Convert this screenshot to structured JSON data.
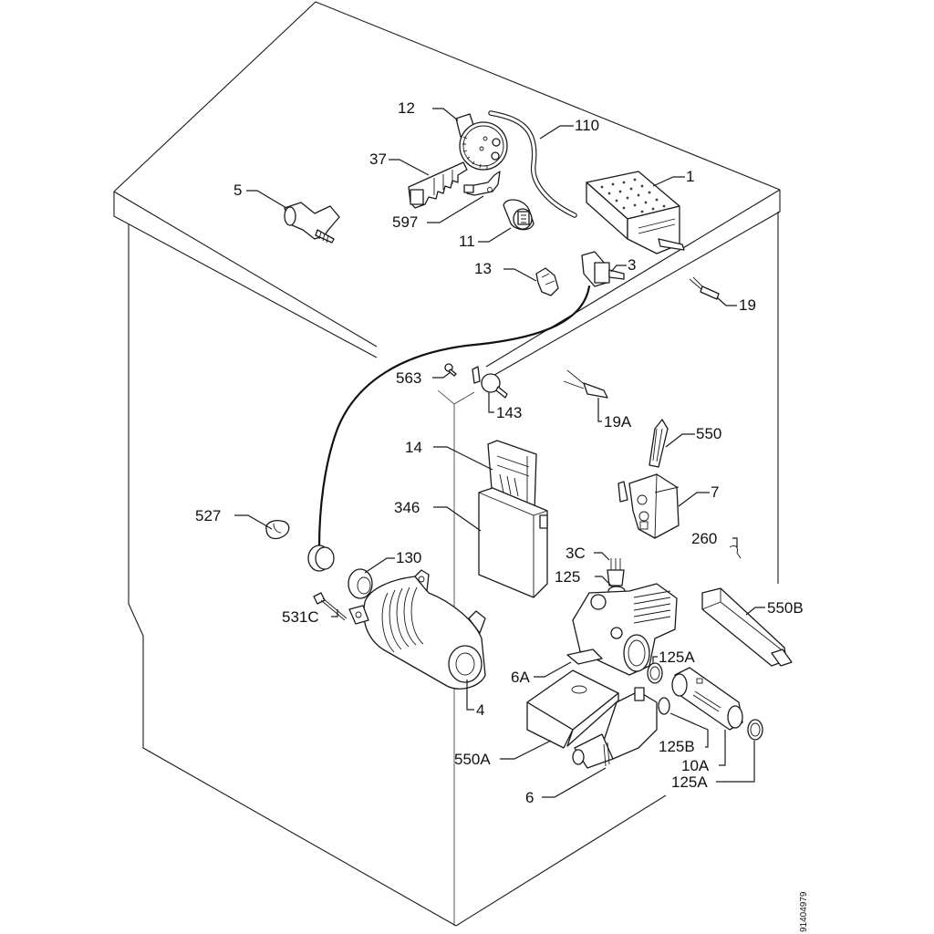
{
  "diagram": {
    "title": "Washing machine exploded parts diagram",
    "document_number": "91404979",
    "colors": {
      "line": "#1a1a1a",
      "background": "#ffffff"
    },
    "callouts": [
      {
        "id": "1",
        "text": "1",
        "part": "programmer-timer"
      },
      {
        "id": "3",
        "text": "3",
        "part": "switch"
      },
      {
        "id": "3c",
        "text": "3C",
        "part": "thermostat-sensor"
      },
      {
        "id": "4",
        "text": "4",
        "part": "motor"
      },
      {
        "id": "5",
        "text": "5",
        "part": "inlet-valve"
      },
      {
        "id": "6",
        "text": "6",
        "part": "drain-pump"
      },
      {
        "id": "6a",
        "text": "6A",
        "part": "pump-bracket"
      },
      {
        "id": "7",
        "text": "7",
        "part": "door-interlock"
      },
      {
        "id": "10a",
        "text": "10A",
        "part": "pipe-connector"
      },
      {
        "id": "11",
        "text": "11",
        "part": "capacitor"
      },
      {
        "id": "12",
        "text": "12",
        "part": "pressure-switch"
      },
      {
        "id": "13",
        "text": "13",
        "part": "connector"
      },
      {
        "id": "14",
        "text": "14",
        "part": "circuit-board"
      },
      {
        "id": "19",
        "text": "19",
        "part": "indicator-lamp"
      },
      {
        "id": "19a",
        "text": "19A",
        "part": "indicator-lamp"
      },
      {
        "id": "37",
        "text": "37",
        "part": "terminal-block"
      },
      {
        "id": "110",
        "text": "110",
        "part": "pressure-hose"
      },
      {
        "id": "125",
        "text": "125",
        "part": "gasket"
      },
      {
        "id": "125a1",
        "text": "125A",
        "part": "gasket"
      },
      {
        "id": "125a2",
        "text": "125A",
        "part": "gasket"
      },
      {
        "id": "125b",
        "text": "125B",
        "part": "gasket"
      },
      {
        "id": "130",
        "text": "130",
        "part": "grommet"
      },
      {
        "id": "143",
        "text": "143",
        "part": "switch-knob"
      },
      {
        "id": "260",
        "text": "260",
        "part": "spring"
      },
      {
        "id": "346",
        "text": "346",
        "part": "board-housing"
      },
      {
        "id": "527",
        "text": "527",
        "part": "clip"
      },
      {
        "id": "531c",
        "text": "531C",
        "part": "screw"
      },
      {
        "id": "550",
        "text": "550",
        "part": "wiring-harness"
      },
      {
        "id": "550a",
        "text": "550A",
        "part": "pump-cover"
      },
      {
        "id": "550b",
        "text": "550B",
        "part": "cable-holder"
      },
      {
        "id": "563",
        "text": "563",
        "part": "screw"
      },
      {
        "id": "597",
        "text": "597",
        "part": "clip"
      }
    ]
  }
}
